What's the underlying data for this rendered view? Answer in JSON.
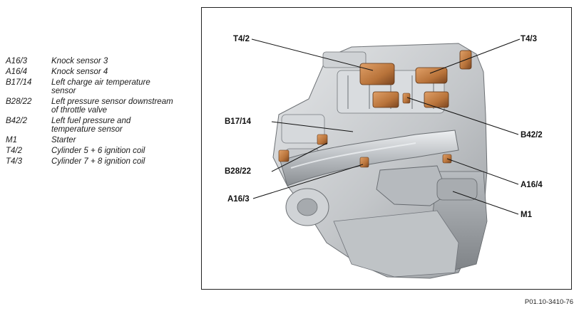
{
  "legend": [
    {
      "code": "A16/3",
      "desc": "Knock sensor 3"
    },
    {
      "code": "A16/4",
      "desc": "Knock sensor 4"
    },
    {
      "code": "B17/14",
      "desc": "Left charge air temperature\nsensor"
    },
    {
      "code": "B28/22",
      "desc": "Left pressure sensor downstream\nof throttle valve"
    },
    {
      "code": "B42/2",
      "desc": "Left fuel pressure and\ntemperature sensor"
    },
    {
      "code": "M1",
      "desc": "Starter"
    },
    {
      "code": "T4/2",
      "desc": "Cylinder 5 + 6 ignition coil"
    },
    {
      "code": "T4/3",
      "desc": "Cylinder 7 + 8 ignition coil"
    }
  ],
  "callouts": {
    "t42": "T4/2",
    "t43": "T4/3",
    "b1714": "B17/14",
    "b422": "B42/2",
    "b2822": "B28/22",
    "a164": "A16/4",
    "a163": "A16/3",
    "m1": "M1"
  },
  "figure_ref": "P01.10-3410-76",
  "colors": {
    "engine_metal": "#c9ccce",
    "engine_shadow": "#8e9296",
    "component_copper": "#c07a3e",
    "callout_line": "#111111"
  }
}
